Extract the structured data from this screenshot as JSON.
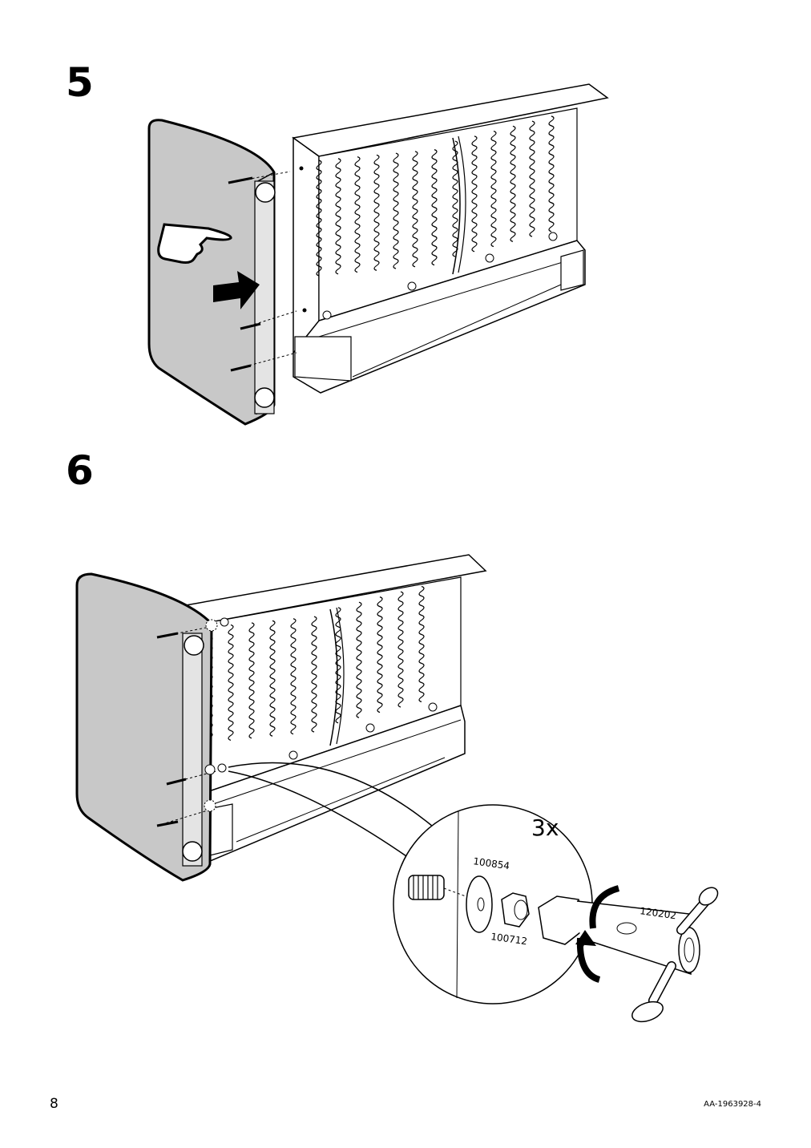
{
  "steps": [
    {
      "number": "5"
    },
    {
      "number": "6"
    }
  ],
  "detail": {
    "quantity": "3x",
    "parts": {
      "washer": "100854",
      "nut": "100712",
      "tool": "120202"
    }
  },
  "footer": {
    "page_number": "8",
    "document_code": "AA-1963928-4"
  },
  "colors": {
    "cushion_fill": "#c8c8c8",
    "line": "#000000"
  },
  "icons": [
    "pointing-hand-icon",
    "push-arrow-icon",
    "rotate-arrow-icon"
  ]
}
